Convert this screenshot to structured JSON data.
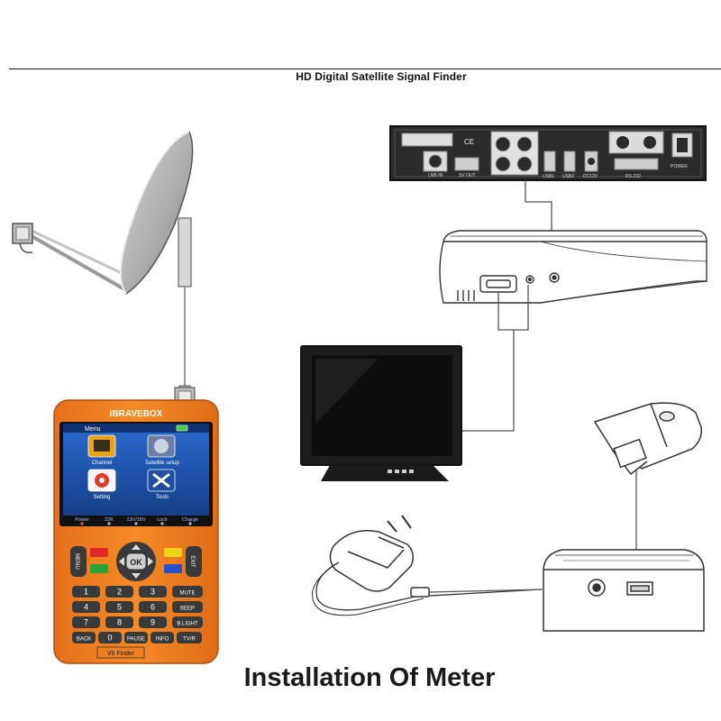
{
  "header": {
    "title": "HD Digital Satellite Signal Finder"
  },
  "footer": {
    "title": "Installation Of Meter"
  },
  "meter": {
    "brand": "iBRAVEBOX",
    "model": "V9 Finder",
    "screen": {
      "menu_title": "Menu",
      "tiles": [
        "Channel",
        "Satellite setup",
        "Setting",
        "Tools"
      ],
      "status": [
        "Power",
        "22K",
        "13V/18V",
        "Lock",
        "Charge"
      ]
    },
    "keys": {
      "menu": "MENU",
      "exit": "EXIT",
      "ok": "OK",
      "rows": [
        [
          "1",
          "2",
          "3",
          "MUTE"
        ],
        [
          "4",
          "5",
          "6",
          "BEEP"
        ],
        [
          "7",
          "8",
          "9",
          "B.LIGHT"
        ],
        [
          "BACK",
          "0",
          "PAUSE",
          "INFO",
          "TV/R"
        ]
      ]
    }
  },
  "receiver": {
    "ports": [
      "LNB IN",
      "SV OUT",
      "USB1",
      "USB2",
      "DC12V",
      "RS-232",
      "POWER"
    ]
  },
  "colors": {
    "meter_orange": "#f07f1f",
    "meter_dark": "#2a2a2a",
    "screen_blue": "#1e57b0",
    "key_red": "#e02828",
    "key_green": "#27a337",
    "key_yellow": "#f1d21b",
    "key_blue": "#2a4fc9",
    "line_art": "#333333"
  },
  "icons": [
    "satellite-dish-icon",
    "receiver-back-panel-icon",
    "set-top-box-icon",
    "monitor-icon",
    "usb-stick-icon",
    "power-adapter-icon",
    "charging-box-icon"
  ]
}
